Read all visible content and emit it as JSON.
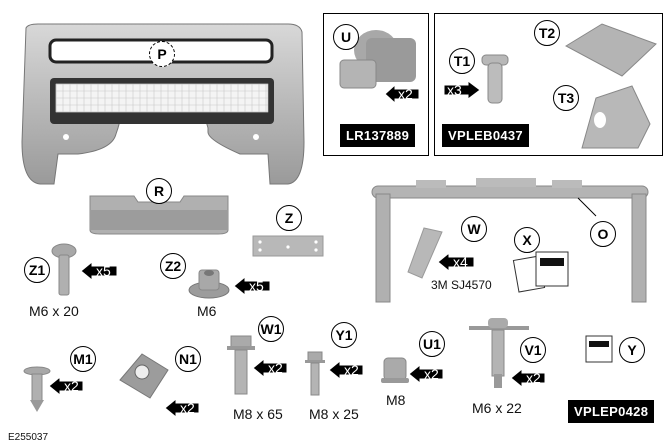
{
  "figure": {
    "id": "E255037",
    "description": "Exploded parts kit diagram with callout letters, quantity arrows and part numbers",
    "colors": {
      "part_fill": "#b8b8b8",
      "part_shade": "#8e8e8e",
      "label_bg": "#000000",
      "label_text": "#ffffff"
    }
  },
  "callouts": {
    "P": "P",
    "R": "R",
    "Z": "Z",
    "Z1": "Z1",
    "Z2": "Z2",
    "U": "U",
    "T1": "T1",
    "T2": "T2",
    "T3": "T3",
    "O": "O",
    "W": "W",
    "X": "X",
    "M1": "M1",
    "N1": "N1",
    "W1": "W1",
    "Y1": "Y1",
    "U1": "U1",
    "V1": "V1",
    "Y": "Y"
  },
  "quantities": {
    "U": "x2",
    "T1": "x3",
    "Z1": "x5",
    "Z2": "x5",
    "W": "x4",
    "M1": "x2",
    "N1": "x2",
    "W1": "x2",
    "Y1": "x2",
    "U1": "x2",
    "V1": "x2"
  },
  "specs": {
    "Z1": "M6 x 20",
    "Z2": "M6",
    "W": "3M SJ4570",
    "W1": "M8 x 65",
    "Y1": "M8 x 25",
    "U1": "M8",
    "V1": "M6 x 22"
  },
  "part_numbers": {
    "U_box": "LR137889",
    "T_box": "VPLEB0437",
    "kit": "VPLEP0428"
  }
}
